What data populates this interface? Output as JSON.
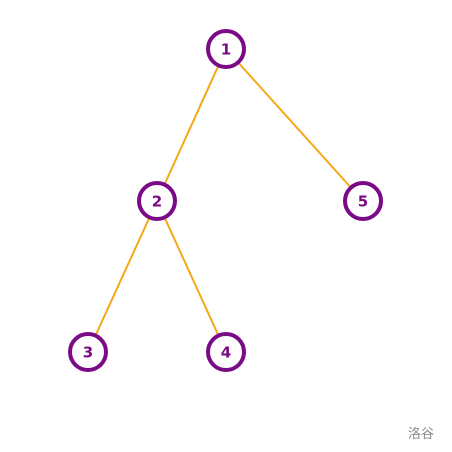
{
  "colors": {
    "edge": "#f5a816",
    "node_stroke": "#7a0a85",
    "node_fill": "#ffffff",
    "node_label": "#7a0a85"
  },
  "tree": {
    "nodes": [
      {
        "id": "1",
        "label": "1"
      },
      {
        "id": "2",
        "label": "2"
      },
      {
        "id": "5",
        "label": "5"
      },
      {
        "id": "3",
        "label": "3"
      },
      {
        "id": "4",
        "label": "4"
      }
    ],
    "edges": [
      {
        "from": "1",
        "to": "2"
      },
      {
        "from": "1",
        "to": "5"
      },
      {
        "from": "2",
        "to": "3"
      },
      {
        "from": "2",
        "to": "4"
      }
    ]
  },
  "watermark": "洛谷"
}
